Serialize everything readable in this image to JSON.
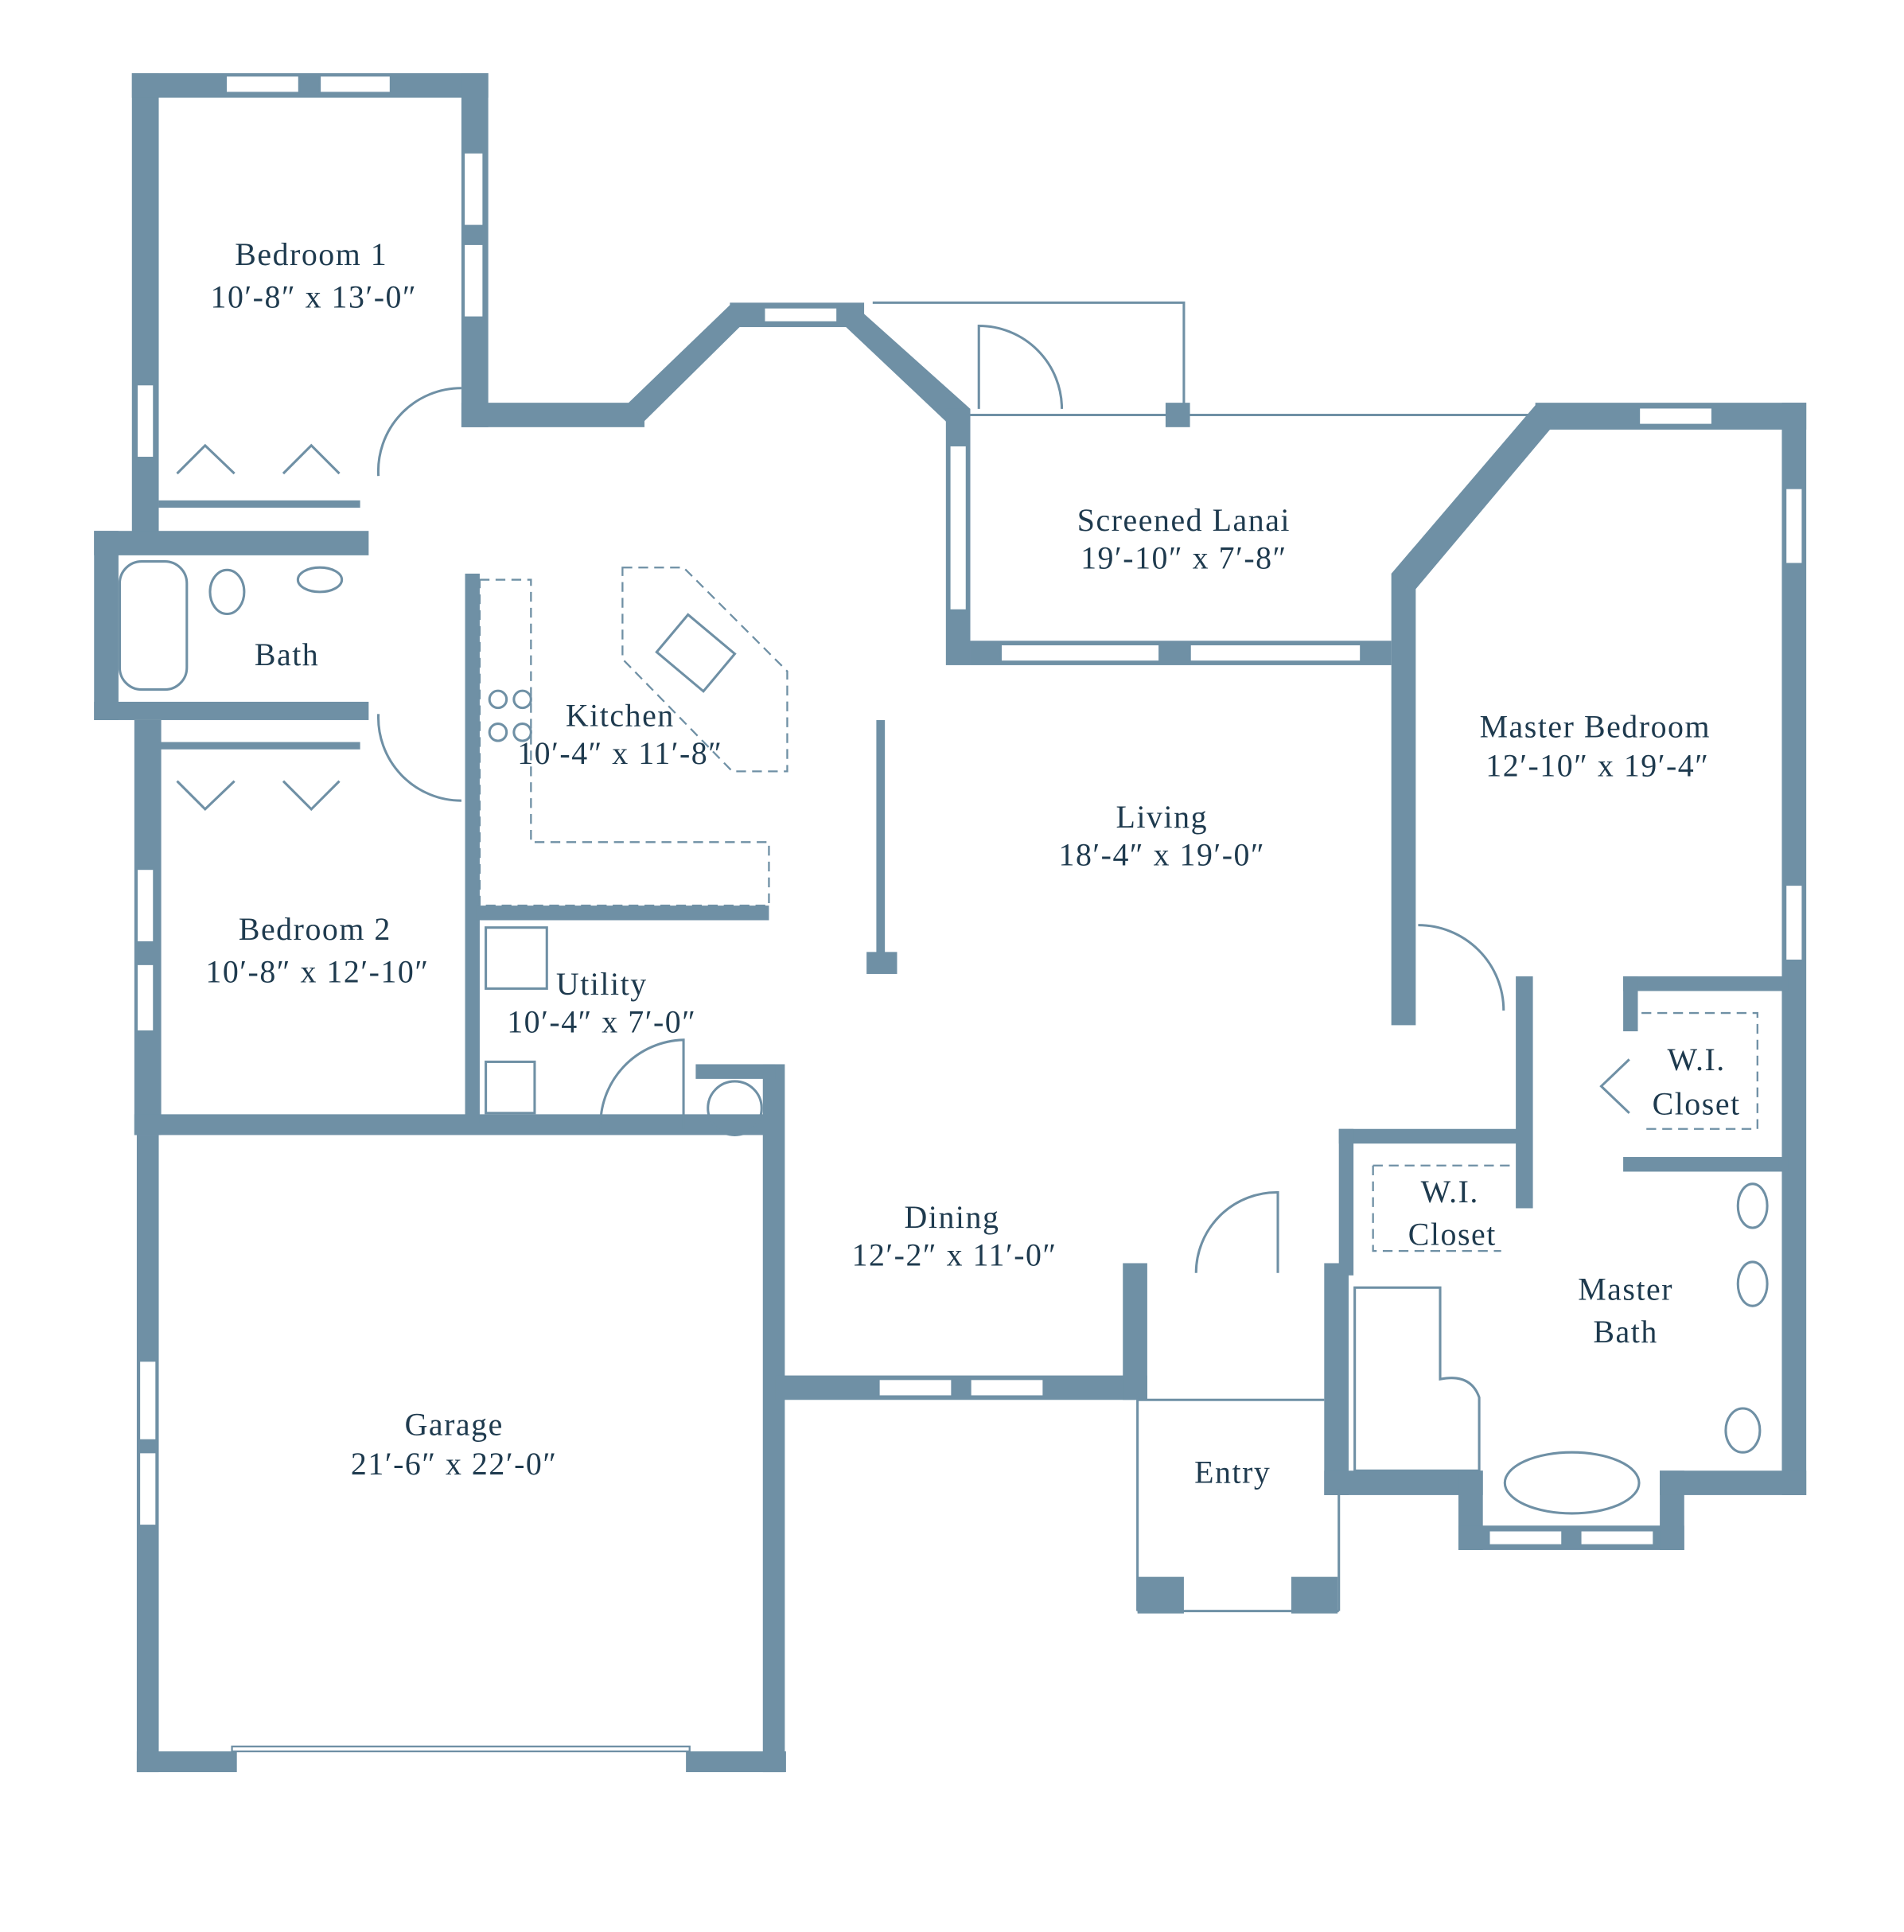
{
  "plan": {
    "rooms": [
      {
        "name": "Bedroom 1",
        "dims": "10′-8″ x 13′-0″"
      },
      {
        "name": "Bath",
        "dims": ""
      },
      {
        "name": "Bedroom 2",
        "dims": "10′-8″ x 12′-10″"
      },
      {
        "name": "Kitchen",
        "dims": "10′-4″ x 11′-8″"
      },
      {
        "name": "Utility",
        "dims": "10′-4″ x 7′-0″"
      },
      {
        "name": "Screened Lanai",
        "dims": "19′-10″ x 7′-8″"
      },
      {
        "name": "Living",
        "dims": "18′-4″ x 19′-0″"
      },
      {
        "name": "Master Bedroom",
        "dims": "12′-10″ x 19′-4″"
      },
      {
        "name": "Dining",
        "dims": "12′-2″ x 11′-0″"
      },
      {
        "name": "Garage",
        "dims": "21′-6″ x 22′-0″"
      },
      {
        "name": "Entry",
        "dims": ""
      },
      {
        "name": "W.I. Closet",
        "dims": ""
      },
      {
        "name": "W.I. Closet",
        "dims": ""
      },
      {
        "name": "Master Bath",
        "dims": ""
      }
    ],
    "labels": {
      "wi1": [
        "W.I.",
        "Closet"
      ],
      "wi2": [
        "W.I.",
        "Closet"
      ],
      "mbath": [
        "Master",
        "Bath"
      ]
    }
  },
  "colors": {
    "wall": "#6f90a5",
    "text": "#1e3a4e",
    "background": "#ffffff"
  }
}
